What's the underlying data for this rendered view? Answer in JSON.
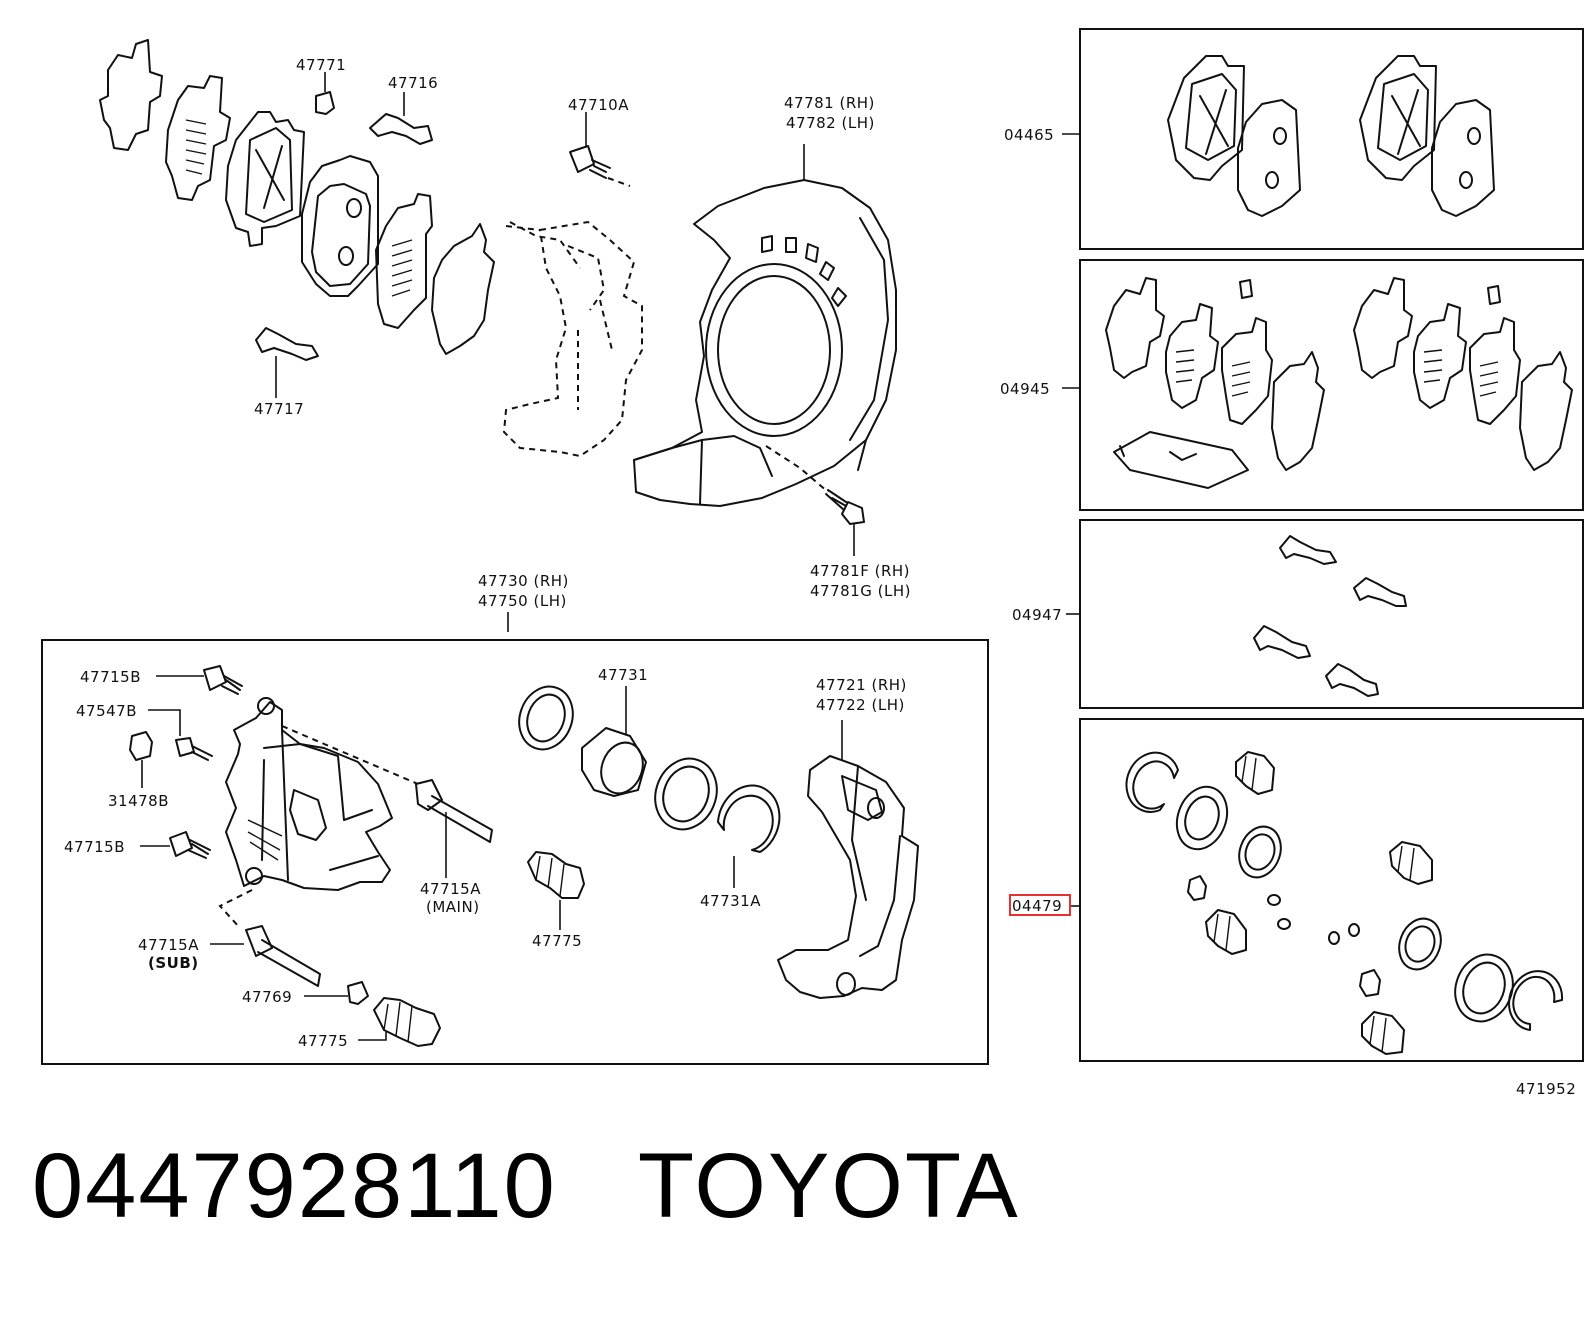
{
  "caption": {
    "part_number": "0447928110",
    "brand": "TOYOTA"
  },
  "figure_id": "471952",
  "upper_labels": {
    "l47771": "47771",
    "l47716": "47716",
    "l47717": "47717",
    "l47710a": "47710A",
    "l47781rh": "47781 (RH)",
    "l47782lh": "47782 (LH)",
    "l47781frh": "47781F (RH)",
    "l47781glh": "47781G (LH)",
    "l47730rh": "47730 (RH)",
    "l47750lh": "47750 (LH)"
  },
  "caliper_labels": {
    "l47715b_1": "47715B",
    "l47547b": "47547B",
    "l31478b": "31478B",
    "l47715b_2": "47715B",
    "l47715a_main": "47715A",
    "main_tag": "(MAIN)",
    "l47715a_sub": "47715A",
    "sub_tag": "(SUB)",
    "l47769": "47769",
    "l47775_1": "47775",
    "l47775_2": "47775",
    "l47731": "47731",
    "l47731a": "47731A",
    "l47721rh": "47721 (RH)",
    "l47722lh": "47722 (LH)"
  },
  "kits": [
    {
      "label": "04465",
      "highlighted": false
    },
    {
      "label": "04945",
      "highlighted": false
    },
    {
      "label": "04947",
      "highlighted": false
    },
    {
      "label": "04479",
      "highlighted": true
    }
  ],
  "colors": {
    "line": "#111111",
    "highlight": "#e8312e",
    "background": "#ffffff"
  }
}
